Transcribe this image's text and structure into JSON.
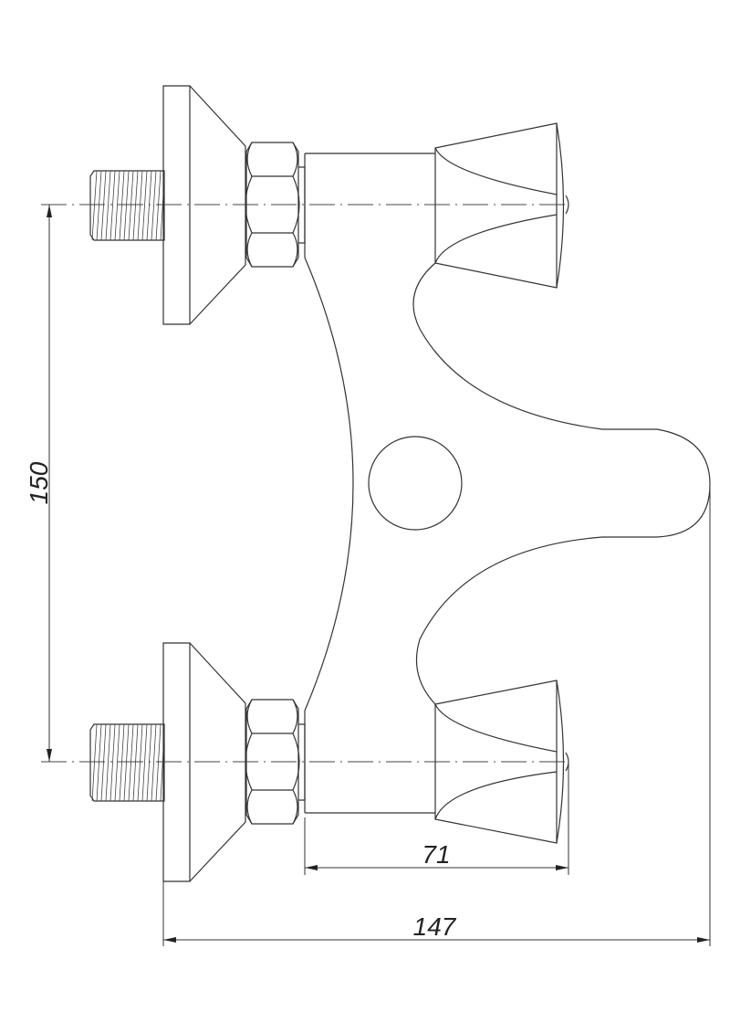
{
  "drawing": {
    "subject": "wall-mounted mixer tap, front view",
    "line_color": "#333333",
    "background": "#ffffff"
  },
  "dimensions": {
    "vertical_spacing": "150",
    "valve_to_handle": "71",
    "overall_width": "147"
  }
}
